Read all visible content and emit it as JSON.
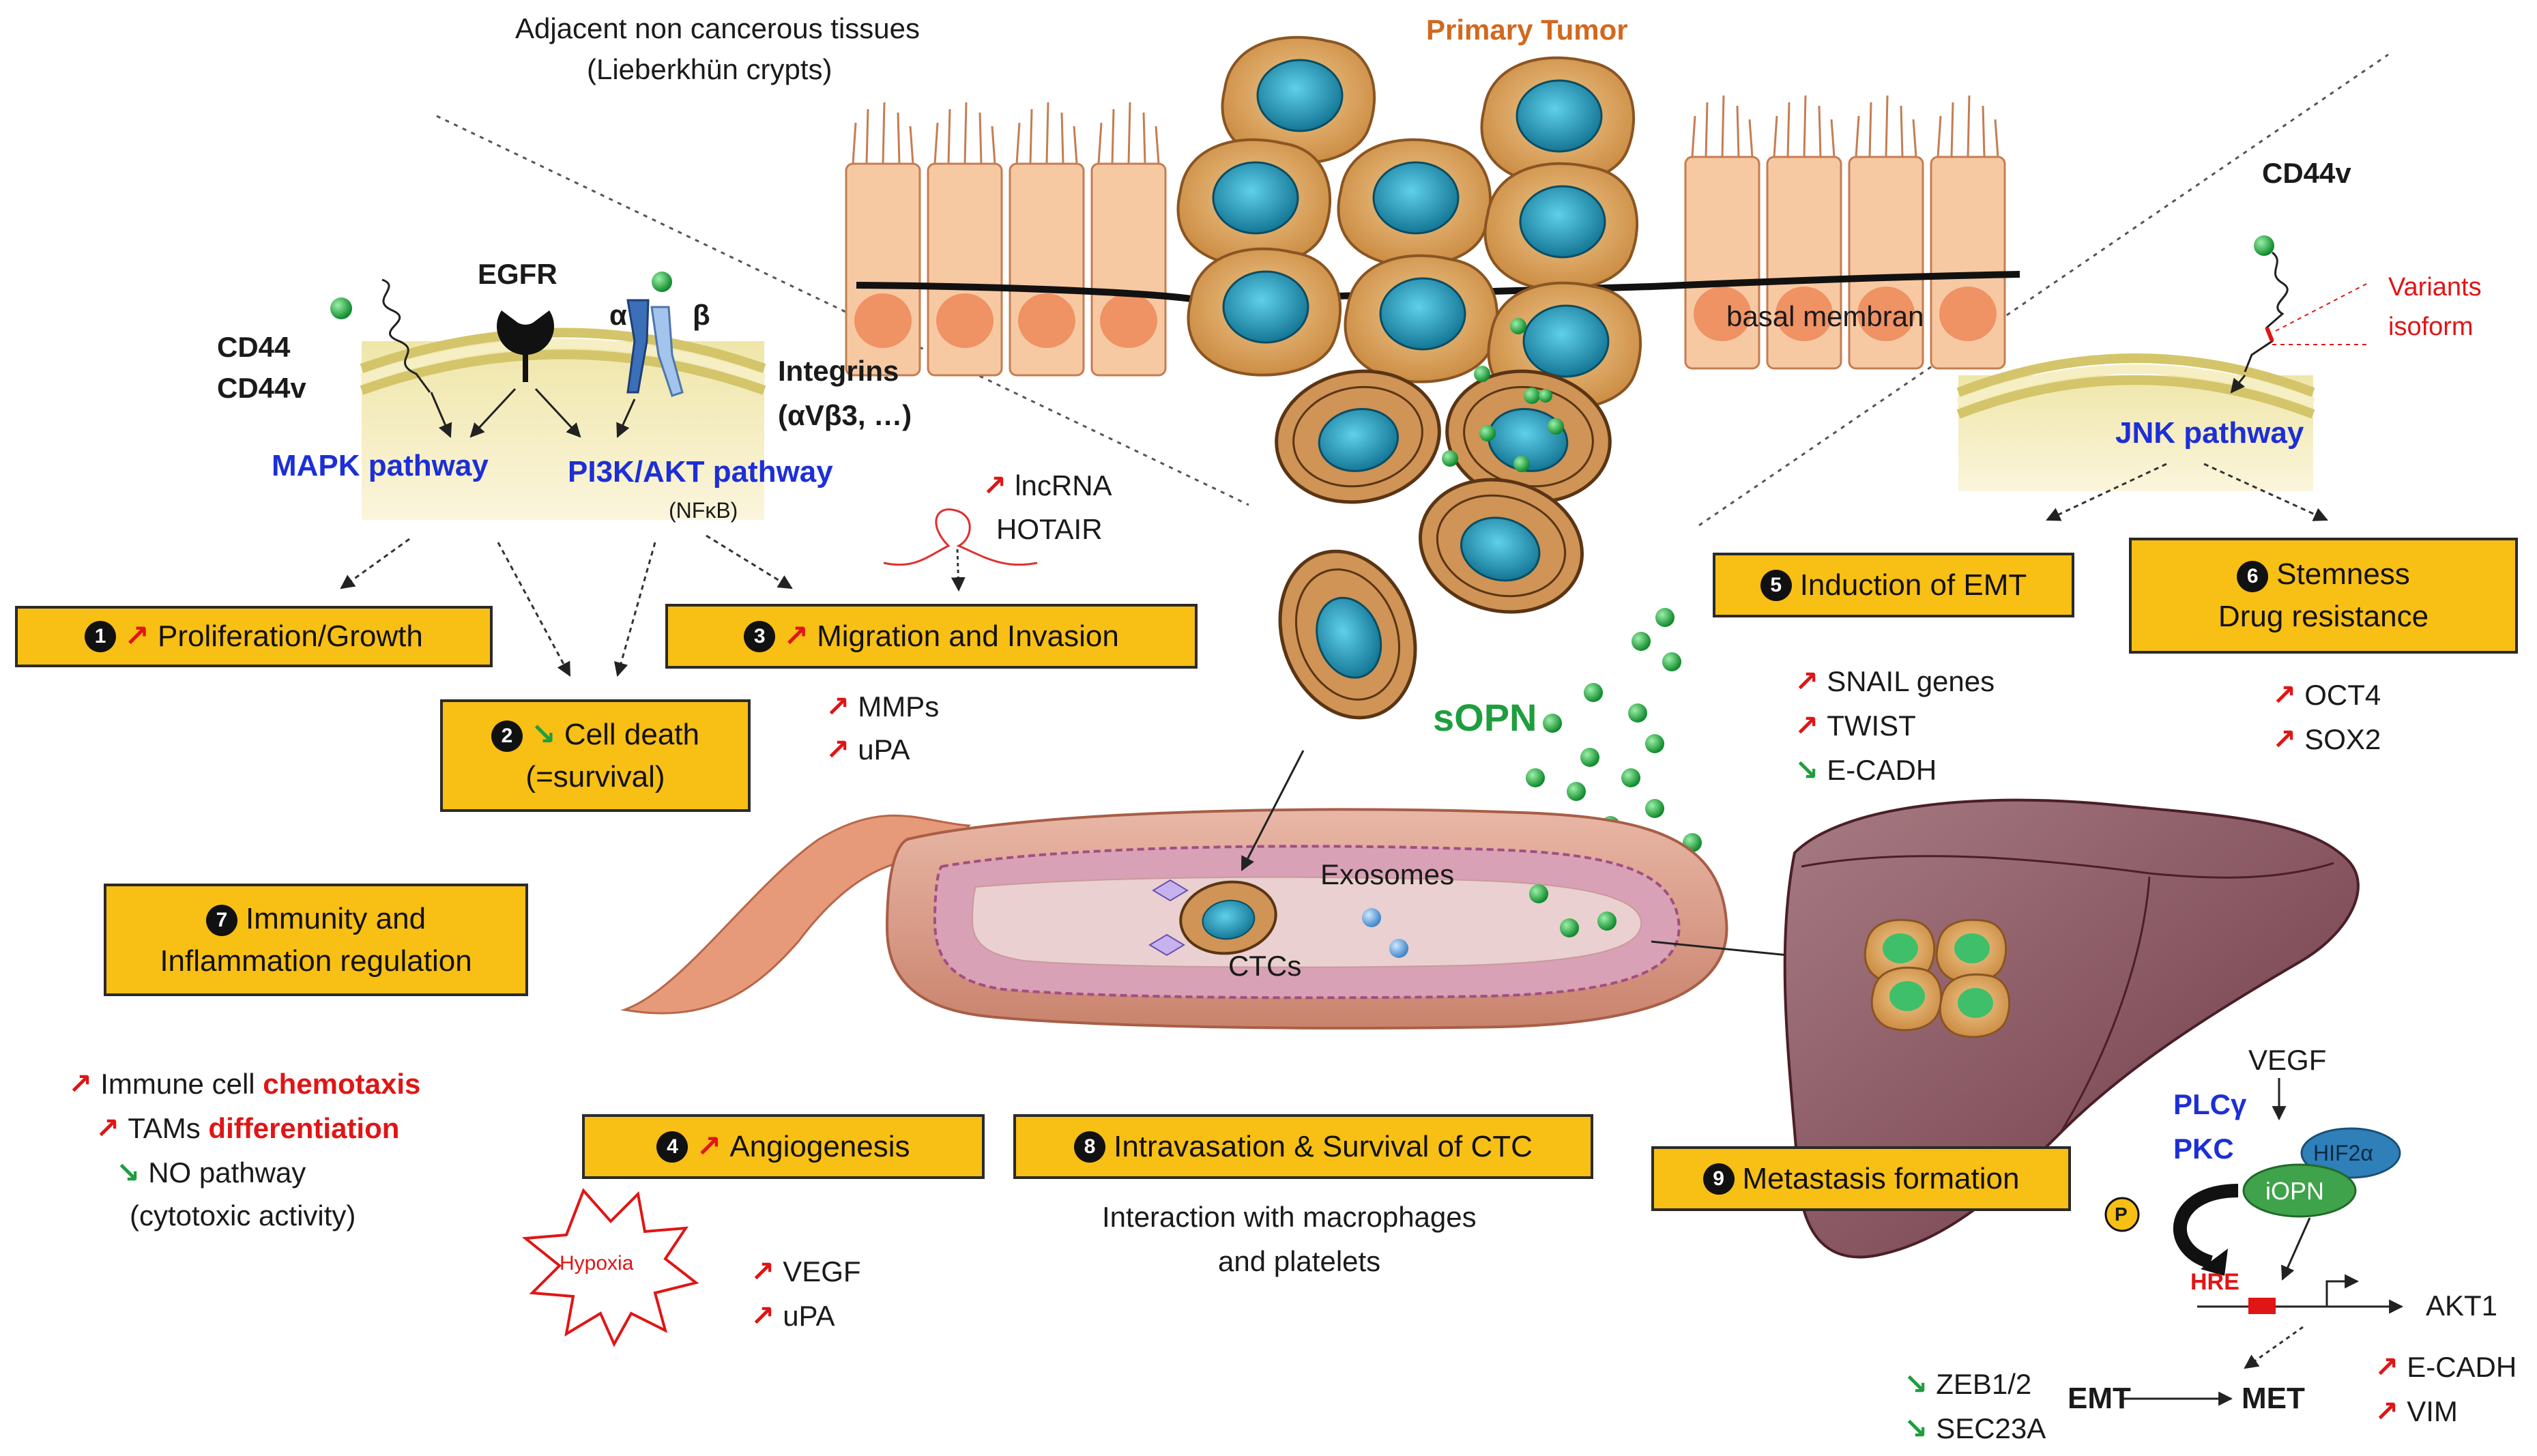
{
  "header": {
    "adjacent_tissue": "Adjacent non cancerous tissues",
    "crypts": "(Lieberkhün crypts)",
    "primary_tumor": "Primary Tumor",
    "basal_membrane": "basal membran"
  },
  "left_panel": {
    "egfr": "EGFR",
    "cd44": "CD44",
    "cd44v": "CD44v",
    "alpha": "α",
    "beta": "β",
    "integrins": "Integrins",
    "integrins_detail": "(αVβ3, …)",
    "mapk": "MAPK pathway",
    "pi3k": "PI3K/AKT pathway",
    "nfkb": "(NFκB)"
  },
  "right_panel": {
    "cd44v": "CD44v",
    "variants": "Variants",
    "isoform": "isoform",
    "jnk": "JNK pathway"
  },
  "lncrna": {
    "line1": "lncRNA",
    "line2": "HOTAIR"
  },
  "boxes": [
    {
      "num": "1",
      "label": "Proliferation/Growth",
      "trend": "up"
    },
    {
      "num": "2",
      "label": "Cell death",
      "label2": "(=survival)",
      "trend": "down"
    },
    {
      "num": "3",
      "label": "Migration and Invasion",
      "trend": "up"
    },
    {
      "num": "4",
      "label": "Angiogenesis",
      "trend": "up"
    },
    {
      "num": "5",
      "label": "Induction of EMT"
    },
    {
      "num": "6",
      "label": "Stemness",
      "label2": "Drug resistance"
    },
    {
      "num": "7",
      "label": "Immunity and",
      "label2": "Inflammation regulation"
    },
    {
      "num": "8",
      "label": "Intravasation & Survival of CTC"
    },
    {
      "num": "9",
      "label": "Metastasis formation"
    }
  ],
  "migration_markers": [
    "MMPs",
    "uPA"
  ],
  "emt_markers": [
    {
      "text": "SNAIL genes",
      "trend": "up"
    },
    {
      "text": "TWIST",
      "trend": "up"
    },
    {
      "text": "E-CADH",
      "trend": "down"
    }
  ],
  "stemness_markers": [
    "OCT4",
    "SOX2"
  ],
  "sopn": "sOPN",
  "vessel": {
    "exosomes": "Exosomes",
    "ctcs": "CTCs"
  },
  "immunity": {
    "line1_pre": "Immune cell ",
    "line1_hl": "chemotaxis",
    "line2_pre": "TAMs ",
    "line2_hl": "differentiation",
    "line3": "NO pathway",
    "line4": "(cytotoxic activity)"
  },
  "angiogenesis": {
    "hypoxia": "Hypoxia",
    "markers": [
      "VEGF",
      "uPA"
    ]
  },
  "intravasation": {
    "line1": "Interaction with macrophages",
    "line2": "and platelets"
  },
  "liver_panel": {
    "vegf": "VEGF",
    "plcg": "PLCγ",
    "pkc": "PKC",
    "hif": "HIF2α",
    "iopn": "iOPN",
    "p": "P",
    "hre": "HRE",
    "akt1": "AKT1",
    "emt": "EMT",
    "met": "MET",
    "down_markers": [
      "ZEB1/2",
      "SEC23A"
    ],
    "up_markers": [
      "E-CADH",
      "VIM"
    ]
  },
  "colors": {
    "box": "#f8bf14",
    "pathway_blue": "#1c2fd6",
    "up_red": "#e01515",
    "down_green": "#1e9e3e",
    "sopn_green": "#1e9e3e",
    "tumor_orange": "#d2691e",
    "nucleus_blue": "#1b8fb0"
  }
}
